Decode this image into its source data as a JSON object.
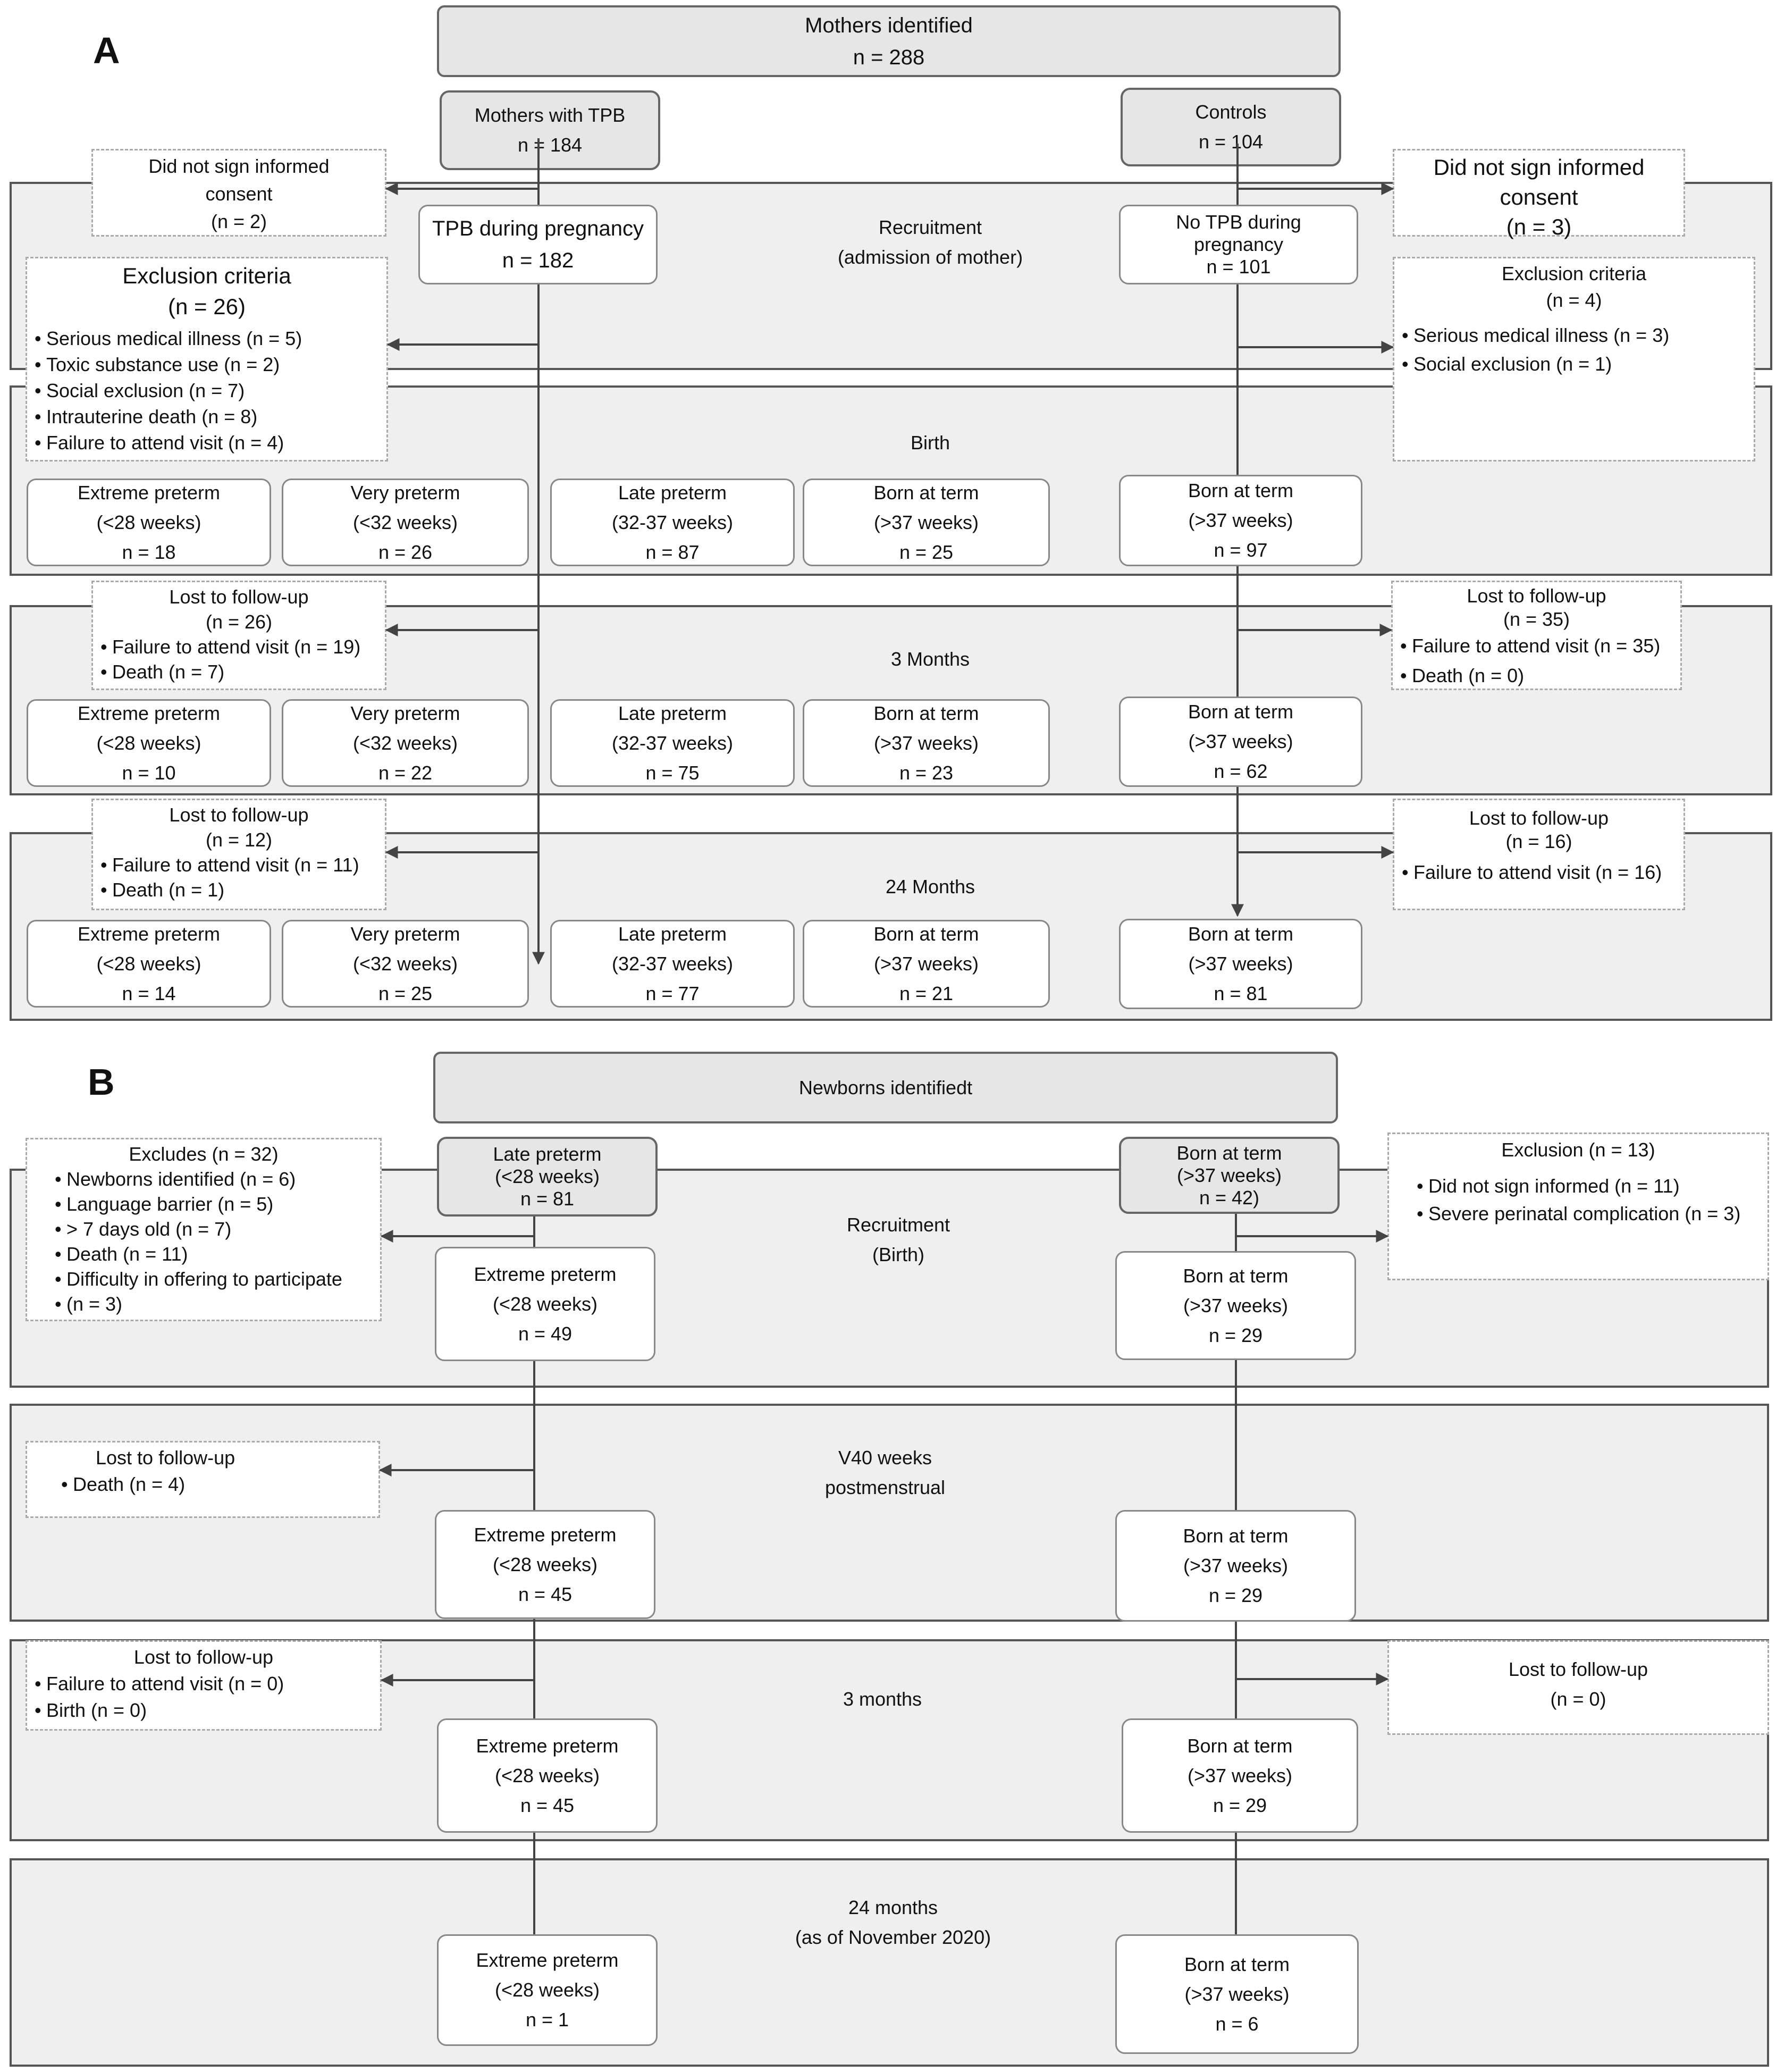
{
  "panel_a": {
    "letter": "A",
    "top": {
      "title": "Mothers identified",
      "n": "n = 288"
    },
    "tpb": {
      "title": "Mothers with TPB",
      "n": "n = 184"
    },
    "controls": {
      "title": "Controls",
      "n": "n = 104"
    },
    "stages": {
      "recruitment": [
        "Recruitment",
        "(admission of mother)"
      ],
      "birth": [
        "Birth"
      ],
      "m3": [
        "3 Months"
      ],
      "m24": [
        "24 Months"
      ]
    },
    "no_consent_left": {
      "lines": [
        "Did not sign informed",
        "consent",
        "(n = 2)"
      ]
    },
    "no_consent_right": {
      "lines": [
        "Did not sign informed",
        "consent",
        "(n = 3)"
      ]
    },
    "tpb_pregnancy": {
      "title": "TPB during pregnancy",
      "n": "n = 182"
    },
    "no_tpb_pregnancy": {
      "lines": [
        "No TPB during",
        "pregnancy",
        "n = 101"
      ]
    },
    "exclusion_left": {
      "title": "Exclusion criteria",
      "n": "(n = 26)",
      "items": [
        "Serious medical illness (n = 5)",
        "Toxic substance use (n = 2)",
        "Social exclusion (n = 7)",
        "Intrauterine death (n = 8)",
        "Failure to attend visit (n = 4)"
      ]
    },
    "exclusion_right": {
      "title": "Exclusion criteria",
      "n": "(n = 4)",
      "items": [
        "Serious medical illness (n = 3)",
        "Social exclusion (n = 1)"
      ]
    },
    "birth_row": [
      {
        "lines": [
          "Extreme preterm",
          "(<28 weeks)",
          "n = 18"
        ]
      },
      {
        "lines": [
          "Very preterm",
          "(<32 weeks)",
          "n = 26"
        ]
      },
      {
        "lines": [
          "Late preterm",
          "(32-37 weeks)",
          "n = 87"
        ]
      },
      {
        "lines": [
          "Born at term",
          "(>37 weeks)",
          "n = 25"
        ]
      },
      {
        "lines": [
          "Born at term",
          "(>37 weeks)",
          "n = 97"
        ]
      }
    ],
    "lost_3m_left": {
      "title": "Lost to follow-up",
      "n": "(n = 26)",
      "items": [
        "Failure to attend visit (n = 19)",
        "Death (n = 7)"
      ]
    },
    "lost_3m_right": {
      "title": "Lost to follow-up",
      "n": "(n = 35)",
      "items": [
        "Failure to attend visit (n = 35)",
        "Death (n = 0)"
      ]
    },
    "m3_row": [
      {
        "lines": [
          "Extreme preterm",
          "(<28 weeks)",
          "n = 10"
        ]
      },
      {
        "lines": [
          "Very preterm",
          "(<32 weeks)",
          "n = 22"
        ]
      },
      {
        "lines": [
          "Late preterm",
          "(32-37 weeks)",
          "n = 75"
        ]
      },
      {
        "lines": [
          "Born at term",
          "(>37 weeks)",
          "n = 23"
        ]
      },
      {
        "lines": [
          "Born at term",
          "(>37 weeks)",
          "n = 62"
        ]
      }
    ],
    "lost_24m_left": {
      "title": "Lost to follow-up",
      "n": "(n = 12)",
      "items": [
        "Failure to attend visit (n = 11)",
        "Death (n = 1)"
      ]
    },
    "lost_24m_right": {
      "title": "Lost to follow-up",
      "n": "(n = 16)",
      "items": [
        "Failure to attend visit (n = 16)"
      ]
    },
    "m24_row": [
      {
        "lines": [
          "Extreme preterm",
          "(<28 weeks)",
          "n = 14"
        ]
      },
      {
        "lines": [
          "Very preterm",
          "(<32 weeks)",
          "n = 25"
        ]
      },
      {
        "lines": [
          "Late preterm",
          "(32-37 weeks)",
          "n = 77"
        ]
      },
      {
        "lines": [
          "Born at term",
          "(>37 weeks)",
          "n = 21"
        ]
      },
      {
        "lines": [
          "Born at term",
          "(>37 weeks)",
          "n = 81"
        ]
      }
    ]
  },
  "panel_b": {
    "letter": "B",
    "top": {
      "title": "Newborns identifiedt"
    },
    "late_preterm": {
      "lines": [
        "Late preterm",
        "(<28 weeks)",
        "n = 81"
      ]
    },
    "born_term_top": {
      "lines": [
        "Born at term",
        "(>37 weeks)",
        "n = 42)"
      ]
    },
    "stages": {
      "recruitment": [
        "Recruitment",
        "(Birth)"
      ],
      "v40": [
        "V40 weeks",
        "postmenstrual"
      ],
      "m3": [
        "3 months"
      ],
      "m24": [
        "24 months",
        "(as of November 2020)"
      ]
    },
    "excludes_left": {
      "title": "Excludes (n = 32)",
      "items": [
        "Newborns identified (n = 6)",
        "Language barrier (n = 5)",
        "> 7 days old (n = 7)",
        "Death (n = 11)",
        "Difficulty in offering to participate",
        "(n = 3)"
      ]
    },
    "exclusion_right": {
      "title": "Exclusion (n = 13)",
      "items": [
        "Did not sign informed  (n = 11)",
        "Severe perinatal complication (n = 3)"
      ]
    },
    "recruit_left": {
      "lines": [
        "Extreme preterm",
        "(<28 weeks)",
        "n = 49"
      ]
    },
    "recruit_right": {
      "lines": [
        "Born at term",
        "(>37 weeks)",
        "n = 29"
      ]
    },
    "lost_v40": {
      "title": "Lost to follow-up",
      "items": [
        "Death (n = 4)"
      ]
    },
    "v40_left": {
      "lines": [
        "Extreme preterm",
        "(<28 weeks)",
        "n = 45"
      ]
    },
    "v40_right": {
      "lines": [
        "Born at term",
        "(>37 weeks)",
        "n = 29"
      ]
    },
    "lost_3m_left": {
      "title": "Lost to follow-up",
      "items": [
        "Failure to attend visit (n = 0)",
        "Birth (n = 0)"
      ]
    },
    "lost_3m_right": {
      "title": "Lost to follow-up",
      "n": "(n = 0)"
    },
    "m3_left": {
      "lines": [
        "Extreme preterm",
        "(<28 weeks)",
        "n = 45"
      ]
    },
    "m3_right": {
      "lines": [
        "Born at term",
        "(>37 weeks)",
        "n = 29"
      ]
    },
    "m24_left": {
      "lines": [
        "Extreme preterm",
        "(<28 weeks)",
        "n = 1"
      ]
    },
    "m24_right": {
      "lines": [
        "Born at term",
        "(>37 weeks)",
        "n = 6"
      ]
    }
  }
}
